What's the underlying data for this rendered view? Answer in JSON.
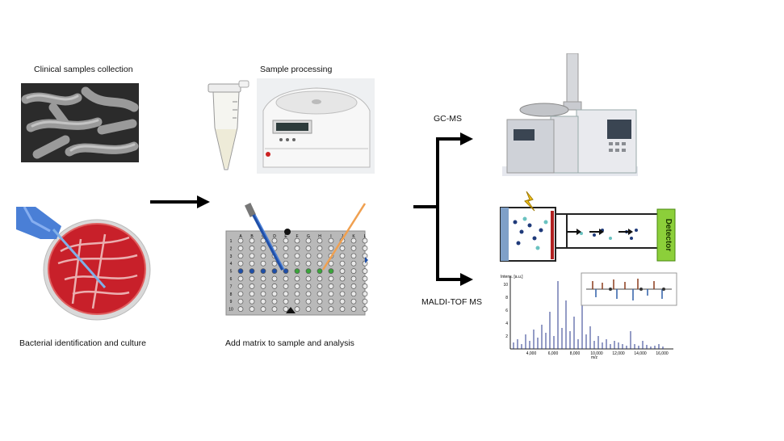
{
  "labels": {
    "clinical": "Clinical samples collection",
    "processing": "Sample processing",
    "culture": "Bacterial identification and culture",
    "matrix": "Add matrix to sample and analysis",
    "gcms": "GC-MS",
    "maldi": "MALDI-TOF MS"
  },
  "plate": {
    "columns": [
      "A",
      "B",
      "C",
      "D",
      "E",
      "F",
      "G",
      "H",
      "I",
      "J",
      "K",
      "L"
    ],
    "rows": [
      "1",
      "2",
      "3",
      "4",
      "5",
      "6",
      "7",
      "8",
      "9",
      "10"
    ]
  },
  "detector_label": "Detector",
  "spectrum": {
    "x_ticks": [
      "4,000",
      "6,000",
      "8,000",
      "10,000",
      "12,000",
      "14,000",
      "16,000"
    ],
    "y_ticks": [
      "10",
      "8",
      "6",
      "4",
      "2"
    ],
    "x_unit": "m/z",
    "y_unit": "Intens. [a.u.]"
  },
  "colors": {
    "arrow": "#000000",
    "agar": "#c8202a",
    "plate_well_blue": "#1f4fa8",
    "plate_well_green": "#3aa63a",
    "detector_bg": "#8ccf3a",
    "spectrum_line": "#2a3a8c"
  }
}
